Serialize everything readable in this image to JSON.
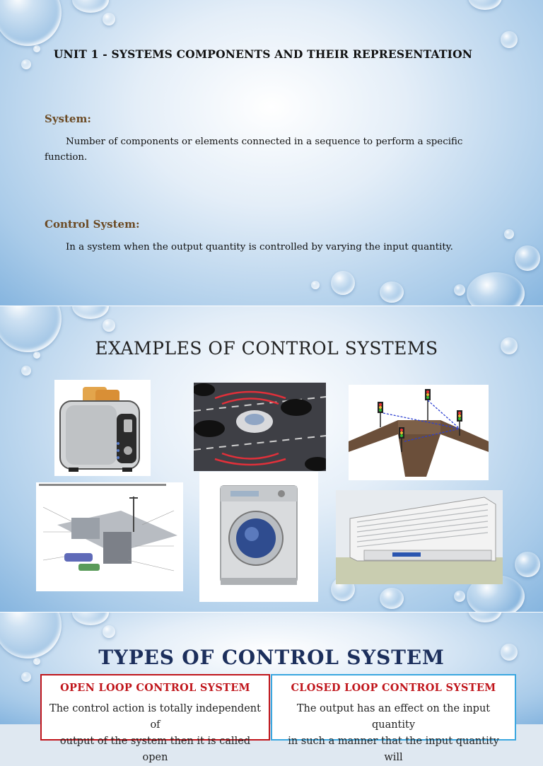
{
  "slide1": {
    "title": "UNIT 1 - SYSTEMS COMPONENTS AND THEIR REPRESENTATION",
    "system_label": "System:",
    "system_text_1": "Number of components or elements connected in a sequence to perform a specific",
    "system_text_2": "function.",
    "control_label": "Control System:",
    "control_text": "In a system when the output quantity is controlled by varying the input quantity."
  },
  "slide2": {
    "title": "EXAMPLES OF CONTROL SYSTEMS"
  },
  "slide3": {
    "title": "TYPES OF CONTROL SYSTEM",
    "open_title": "OPEN LOOP CONTROL SYSTEM",
    "open_text_1": "The control action is totally independent of",
    "open_text_2": "output of the system then it is called open",
    "closed_title": "CLOSED LOOP CONTROL SYSTEM",
    "closed_text_1": "The output has an effect on the input quantity",
    "closed_text_2": "in such a manner that the input quantity will"
  },
  "colors": {
    "label_brown": "#6b4a24",
    "title_navy": "#1c2f5c",
    "open_border": "#c0151b",
    "closed_border": "#3aa7e0"
  }
}
